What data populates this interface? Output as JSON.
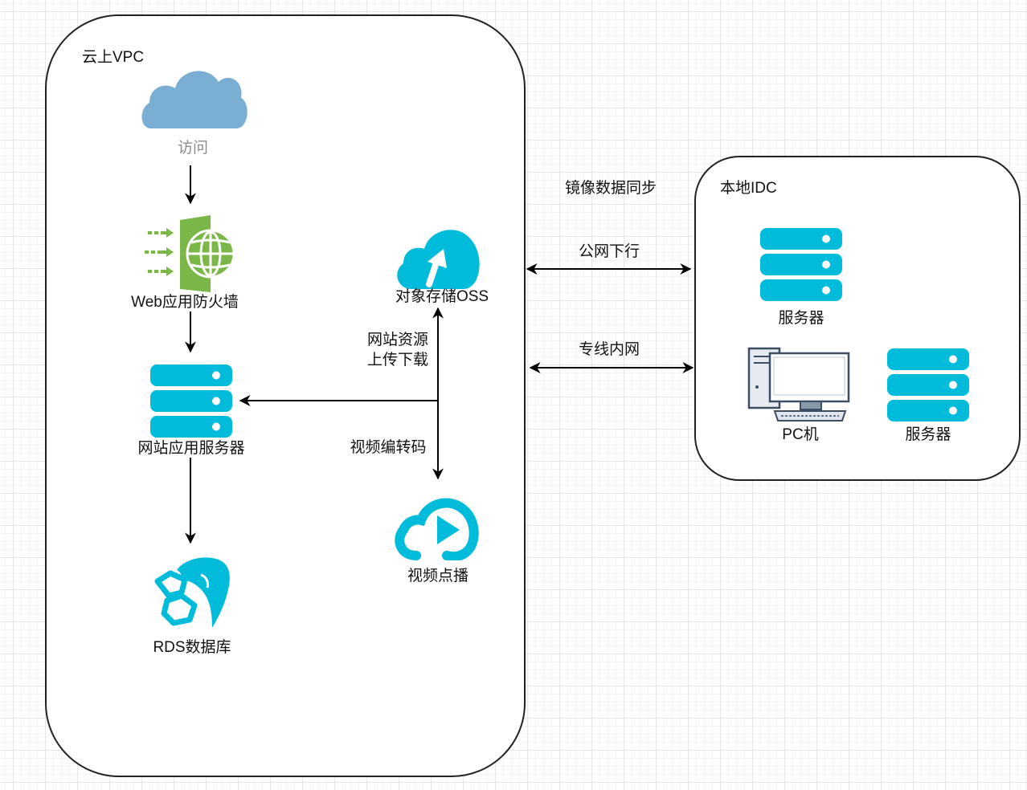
{
  "colors": {
    "accent_cyan": "#00BCDA",
    "firewall_green": "#7AB648",
    "cloud_blue": "#7AAFD3",
    "pc_gray": "#3D4E63"
  },
  "vpc": {
    "title": "云上VPC",
    "nodes": {
      "access": {
        "label": "访问",
        "icon": "cloud-icon"
      },
      "waf": {
        "label": "Web应用防火墙",
        "icon": "firewall-icon"
      },
      "web_server": {
        "label": "网站应用服务器",
        "icon": "server-icon"
      },
      "rds": {
        "label": "RDS数据库",
        "icon": "dolphin-database-icon"
      },
      "oss": {
        "label": "对象存储OSS",
        "icon": "cloud-upload-icon"
      },
      "vod": {
        "label": "视频点播",
        "icon": "video-play-icon"
      }
    },
    "edge_labels": {
      "upload_line1": "网站资源",
      "upload_line2": "上传下载",
      "transcode": "视频编转码"
    }
  },
  "idc": {
    "title": "本地IDC",
    "nodes": {
      "server1": {
        "label": "服务器",
        "icon": "server-icon"
      },
      "pc": {
        "label": "PC机",
        "icon": "desktop-pc-icon"
      },
      "server2": {
        "label": "服务器",
        "icon": "server-icon"
      }
    }
  },
  "links": {
    "mirror_sync": "镜像数据同步",
    "public_down": "公网下行",
    "private_line": "专线内网"
  }
}
